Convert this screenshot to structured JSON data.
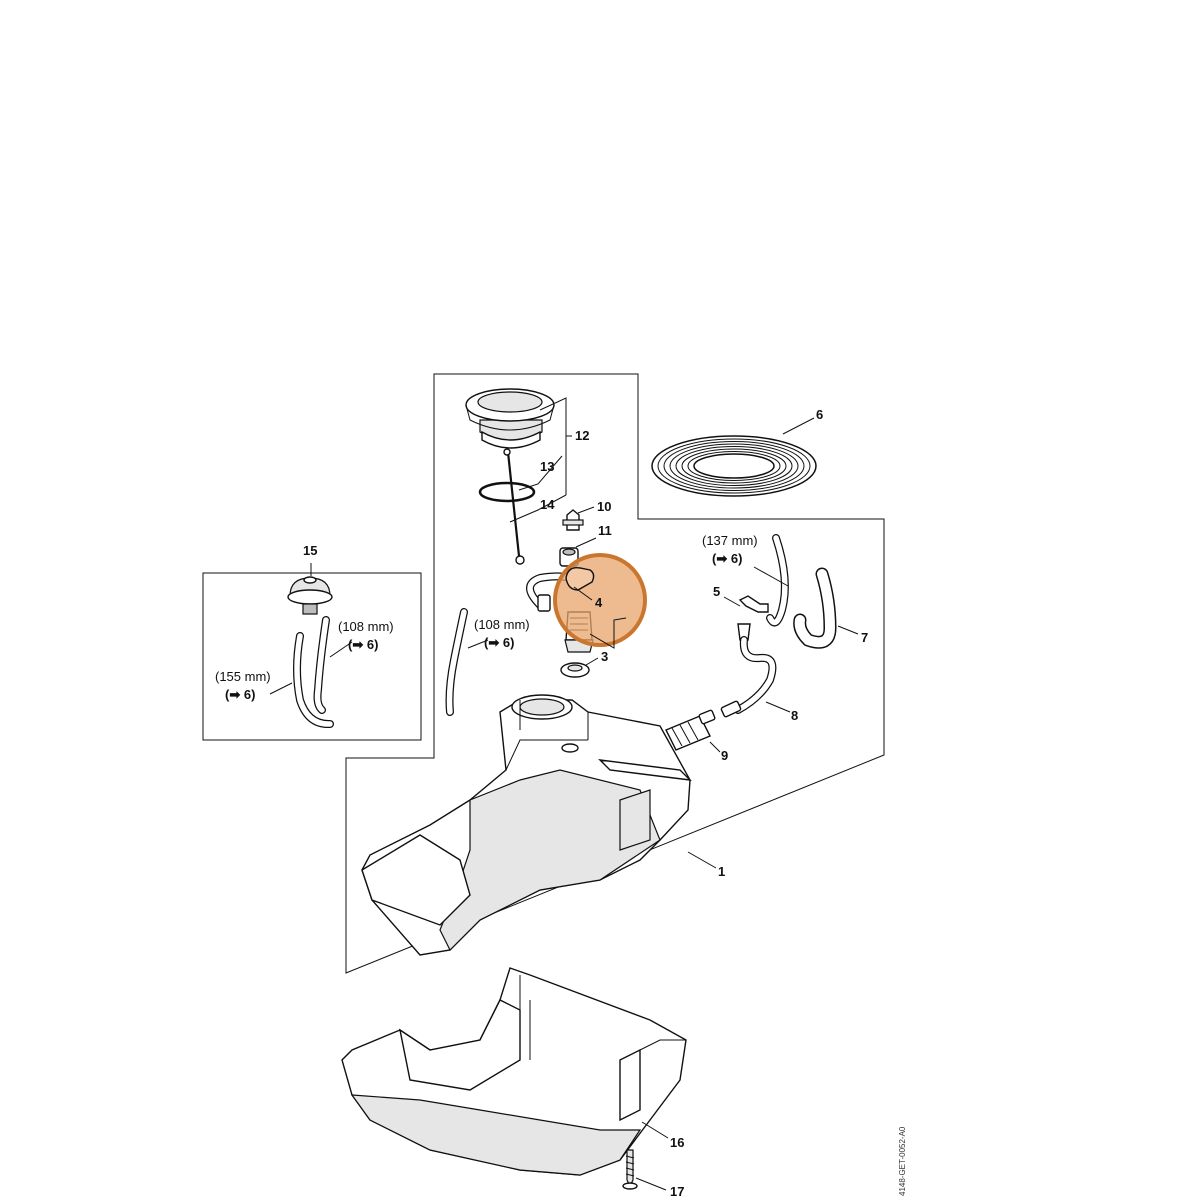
{
  "labels": {
    "p1": "1",
    "p3": "3",
    "p4": "4",
    "p5": "5",
    "p6": "6",
    "p7": "7",
    "p8": "8",
    "p9": "9",
    "p10": "10",
    "p11": "11",
    "p12": "12",
    "p13": "13",
    "p14": "14",
    "p15": "15",
    "p16": "16",
    "p17": "17"
  },
  "dimensions": {
    "d137": {
      "text": "(137 mm)",
      "ref": "6"
    },
    "d108_center": {
      "text": "(108 mm)",
      "ref": "6"
    },
    "d108_box": {
      "text": "(108 mm)",
      "ref": "6"
    },
    "d155_box": {
      "text": "(155 mm)",
      "ref": "6"
    }
  },
  "reference_code": "4148-GET-0052-A0",
  "highlight": {
    "part": "4",
    "color": "#e8a36a",
    "ring_color": "#c9772e"
  }
}
